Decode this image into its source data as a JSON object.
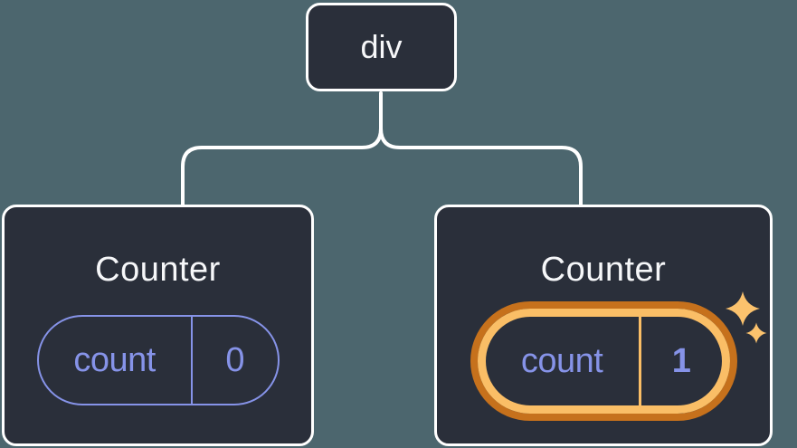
{
  "root_node": {
    "label": "div"
  },
  "components": [
    {
      "title": "Counter",
      "state_key": "count",
      "state_value": "0",
      "highlighted": false
    },
    {
      "title": "Counter",
      "state_key": "count",
      "state_value": "1",
      "highlighted": true
    }
  ],
  "icons": {
    "highlight_badge": "sparkles-icon"
  },
  "colors": {
    "background": "#4C666E",
    "node_fill": "#2A2F3A",
    "node_border": "#FFFFFF",
    "text_primary": "#F6F7F9",
    "state_accent": "#8693E8",
    "highlight_ring_outer": "#C6711C",
    "highlight_ring_inner": "#FABE66",
    "sparkle": "#FBC26D"
  }
}
